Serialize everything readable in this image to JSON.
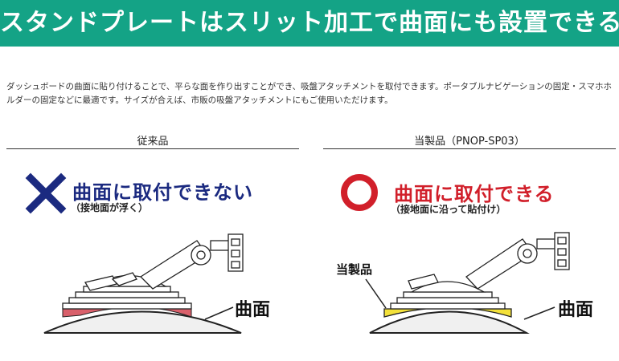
{
  "banner": {
    "title": "スタンドプレートはスリット加工で曲面にも設置できる"
  },
  "description": "ダッシュボードの曲面に貼り付けることで、平らな面を作り出すことができ、吸盤アタッチメントを取付できます。ポータブルナビゲーションの固定・スマホホルダーの固定などに最適です。サイズが合えば、市販の吸盤アタッチメントにもご使用いただけます。",
  "conventional": {
    "heading": "従来品",
    "verdict": "曲面に取付できない",
    "note": "（接地面が浮く）",
    "surface_label": "曲面",
    "mark_icon": "cross-mark-icon",
    "color": "#1b2a80"
  },
  "product": {
    "heading": "当製品（PNOP-SP03）",
    "verdict": "曲面に取付できる",
    "note": "（接地面に沿って貼付け）",
    "surface_label": "曲面",
    "product_label": "当製品",
    "mark_icon": "circle-mark-icon",
    "color": "#d11f2a"
  },
  "colors": {
    "banner": "#14a386",
    "plate": "#f3e13a",
    "gap": "#d9606b"
  }
}
